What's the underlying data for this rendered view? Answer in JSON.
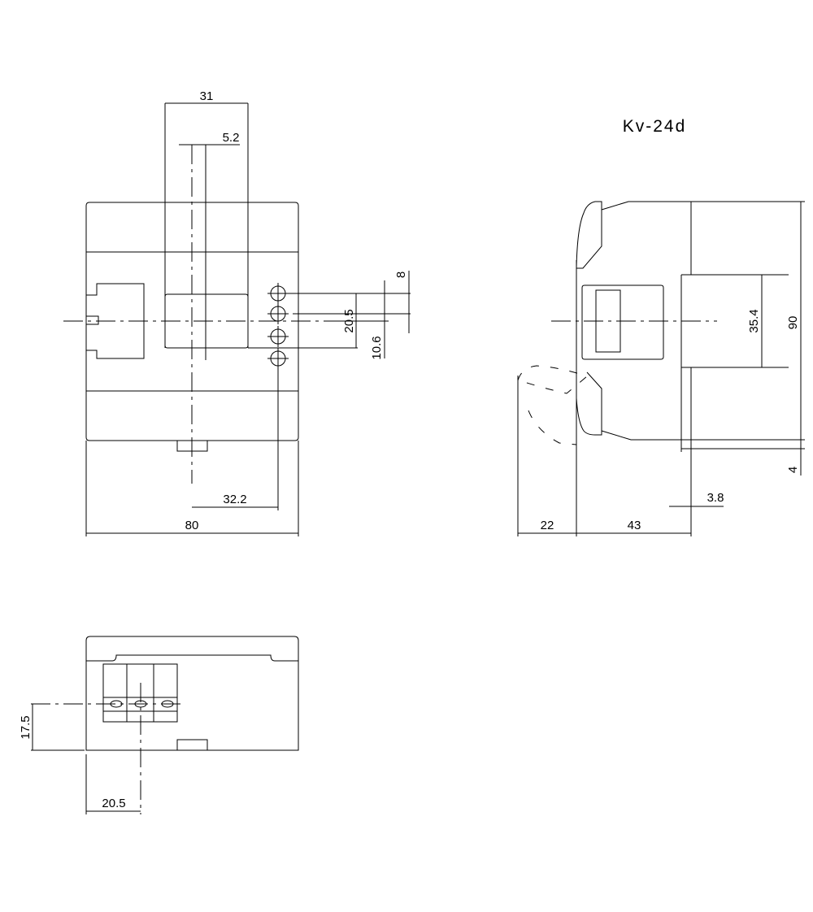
{
  "drawing": {
    "title": "Kv-24d",
    "front_view": {
      "dim_width_total": "80",
      "dim_window_width": "31",
      "dim_window_offset": "5.2",
      "dim_terminal_offset": "32.2",
      "dim_window_height": "20.5",
      "dim_terminal_spacing_a": "8",
      "dim_terminal_spacing_b": "10.6"
    },
    "side_view": {
      "dim_height": "90",
      "dim_rail": "35.4",
      "dim_foot": "4",
      "dim_rail_thickness": "3.8",
      "dim_depth": "43",
      "dim_clip": "22"
    },
    "bottom_view": {
      "dim_terminal_height": "17.5",
      "dim_terminal_offset": "20.5"
    }
  }
}
